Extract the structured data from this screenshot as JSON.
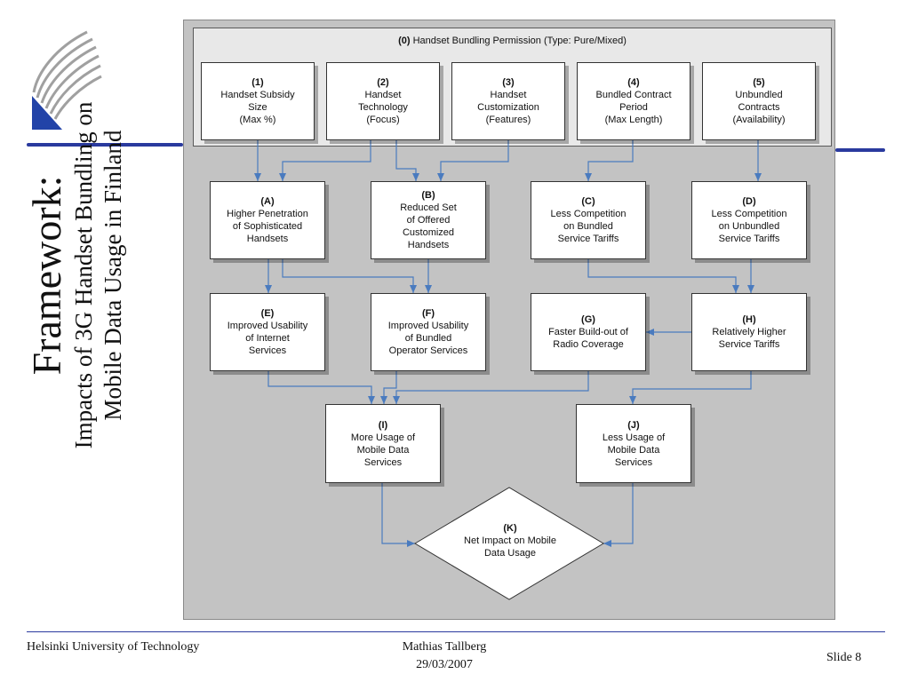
{
  "slide": {
    "title": "Framework:",
    "subtitle_line1": "Impacts of 3G Handset Bundling on",
    "subtitle_line2": "Mobile Data Usage in Finland"
  },
  "diagram": {
    "banner": {
      "id": "(0)",
      "text": "Handset Bundling Permission (Type: Pure/Mixed)"
    },
    "nodes": [
      {
        "key": "n1",
        "id": "(1)",
        "text": "Handset Subsidy\nSize\n(Max %)"
      },
      {
        "key": "n2",
        "id": "(2)",
        "text": "Handset\nTechnology\n(Focus)"
      },
      {
        "key": "n3",
        "id": "(3)",
        "text": "Handset\nCustomization\n(Features)"
      },
      {
        "key": "n4",
        "id": "(4)",
        "text": "Bundled Contract\nPeriod\n(Max Length)"
      },
      {
        "key": "n5",
        "id": "(5)",
        "text": "Unbundled\nContracts\n(Availability)"
      },
      {
        "key": "A",
        "id": "(A)",
        "text": "Higher Penetration\nof Sophisticated\nHandsets"
      },
      {
        "key": "B",
        "id": "(B)",
        "text": "Reduced Set\nof Offered\nCustomized\nHandsets"
      },
      {
        "key": "C",
        "id": "(C)",
        "text": "Less Competition\non Bundled\nService Tariffs"
      },
      {
        "key": "D",
        "id": "(D)",
        "text": "Less Competition\non Unbundled\nService Tariffs"
      },
      {
        "key": "E",
        "id": "(E)",
        "text": "Improved Usability\nof Internet\nServices"
      },
      {
        "key": "F",
        "id": "(F)",
        "text": "Improved Usability\nof Bundled\nOperator Services"
      },
      {
        "key": "G",
        "id": "(G)",
        "text": "Faster Build-out of\nRadio Coverage"
      },
      {
        "key": "H",
        "id": "(H)",
        "text": "Relatively Higher\nService Tariffs"
      },
      {
        "key": "I",
        "id": "(I)",
        "text": "More Usage of\nMobile Data\nServices"
      },
      {
        "key": "J",
        "id": "(J)",
        "text": "Less Usage of\nMobile Data\nServices"
      }
    ],
    "diamond": {
      "id": "(K)",
      "text": "Net Impact on Mobile\nData Usage"
    },
    "edges": [
      [
        "n1",
        "A"
      ],
      [
        "n2",
        "A"
      ],
      [
        "n2",
        "B"
      ],
      [
        "n3",
        "B"
      ],
      [
        "n4",
        "C"
      ],
      [
        "n5",
        "D"
      ],
      [
        "A",
        "E"
      ],
      [
        "A",
        "F"
      ],
      [
        "B",
        "F"
      ],
      [
        "C",
        "H"
      ],
      [
        "D",
        "H"
      ],
      [
        "H",
        "G"
      ],
      [
        "E",
        "I"
      ],
      [
        "F",
        "I"
      ],
      [
        "G",
        "I"
      ],
      [
        "H",
        "J"
      ],
      [
        "I",
        "K"
      ],
      [
        "J",
        "K"
      ]
    ],
    "colors": {
      "arrow": "#4a7bbf",
      "panel": "#c3c3c3",
      "banner": "#e8e8e8"
    }
  },
  "footer": {
    "left": "Helsinki University of Technology",
    "center_line1": "Mathias Tallberg",
    "center_line2": "29/03/2007",
    "right": "Slide 8"
  }
}
